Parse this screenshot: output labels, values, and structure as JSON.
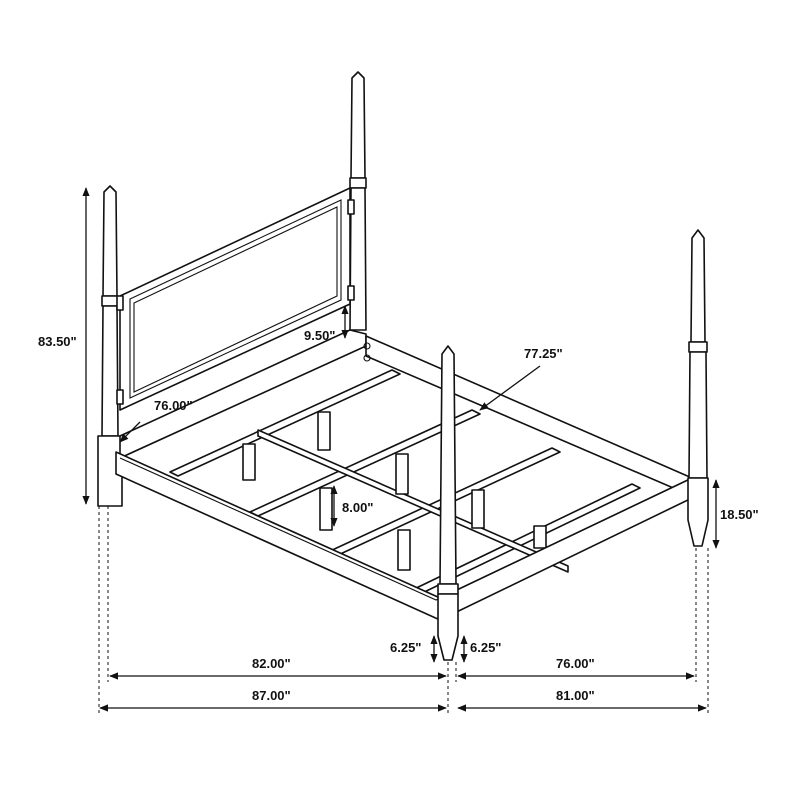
{
  "dimensions": {
    "overall_height": "83.50\"",
    "headboard_panel_height": "9.50\"",
    "headboard_width": "76.00\"",
    "diagonal_length": "77.25\"",
    "slat_clearance": "8.00\"",
    "rail_height": "18.50\"",
    "leg_left": "6.25\"",
    "leg_right": "6.25\"",
    "inner_length": "82.00\"",
    "inner_width": "76.00\"",
    "overall_length": "87.00\"",
    "overall_width": "81.00\""
  }
}
